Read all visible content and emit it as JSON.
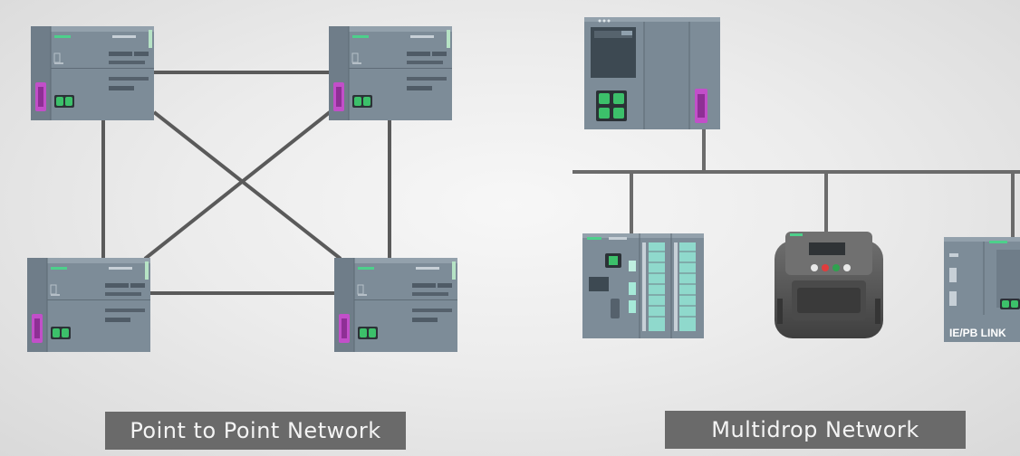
{
  "left_title": "Point to Point Network",
  "right_title": "Multidrop Network",
  "gateway_label": "IE/PB LINK",
  "colors": {
    "device_body": "#7f8e9a",
    "device_dark": "#5f6c77",
    "cable": "#5a5a5a",
    "bus": "#6b6b6b",
    "port_magenta": "#c24fc9",
    "port_green": "#3cc06a",
    "caption_bg": "#6a6a6a"
  },
  "icons": [
    "plc-cpu-icon",
    "io-module-icon",
    "drive-icon",
    "gateway-icon"
  ]
}
